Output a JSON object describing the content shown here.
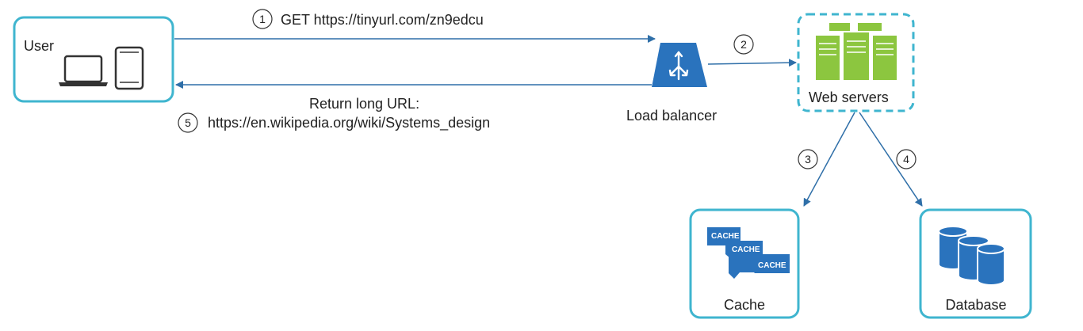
{
  "nodes": {
    "user": {
      "label": "User"
    },
    "load_balancer": {
      "label": "Load balancer"
    },
    "web_servers": {
      "label": "Web servers"
    },
    "cache": {
      "label": "Cache",
      "stack_labels": [
        "CACHE",
        "CACHE",
        "CACHE"
      ]
    },
    "database": {
      "label": "Database"
    }
  },
  "steps": [
    {
      "number": "1",
      "text": "GET https://tinyurl.com/zn9edcu"
    },
    {
      "number": "2",
      "text": ""
    },
    {
      "number": "3",
      "text": ""
    },
    {
      "number": "4",
      "text": ""
    },
    {
      "number": "5",
      "text_line1": "Return long URL:",
      "text_line2": "https://en.wikipedia.org/wiki/Systems_design"
    }
  ],
  "colors": {
    "box_border": "#3fb5cf",
    "arrow": "#2f6fa8",
    "icon_blue": "#2a73bd",
    "server_green": "#8cc63f",
    "device": "#333333"
  }
}
